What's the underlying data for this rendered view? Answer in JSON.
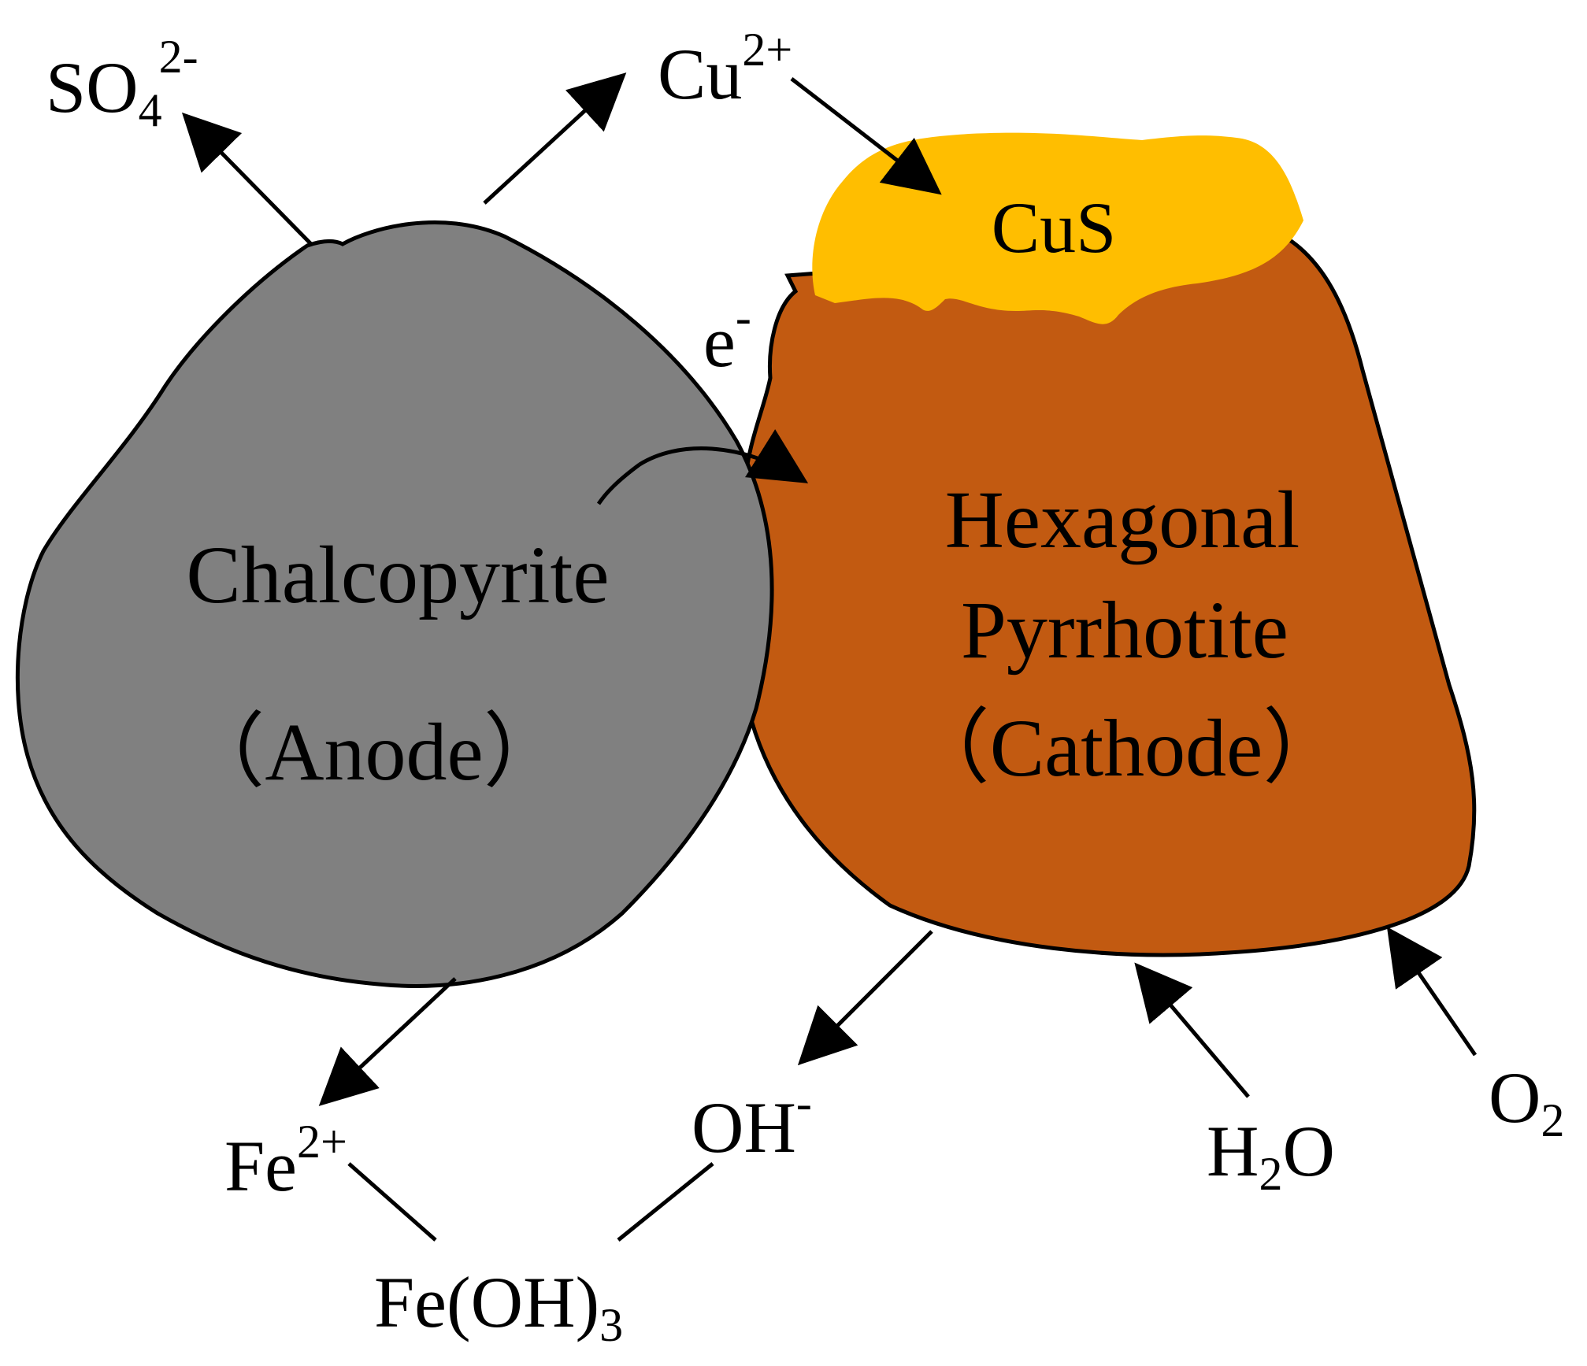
{
  "colors": {
    "anode_fill": "#808080",
    "cathode_fill": "#C25A11",
    "cus_fill": "#FFBE00",
    "stroke": "#000000"
  },
  "particles": {
    "anode": {
      "name": "Chalcopyrite",
      "role": "（Anode）"
    },
    "cathode": {
      "name_line1": "Hexagonal",
      "name_line2": "Pyrrhotite",
      "role": "（Cathode）"
    },
    "cus": {
      "label": "CuS"
    }
  },
  "electron": {
    "base": "e",
    "sup": "-"
  },
  "species": {
    "so4": {
      "base": "SO",
      "sub": "4",
      "sup": "2-"
    },
    "cu": {
      "base": "Cu",
      "sup": "2+"
    },
    "fe": {
      "base": "Fe",
      "sup": "2+"
    },
    "oh": {
      "base": "OH",
      "sup": "-"
    },
    "h2o": {
      "base1": "H",
      "sub": "2",
      "base2": "O"
    },
    "o2": {
      "base": "O",
      "sub": "2"
    },
    "feoh3": {
      "base": "Fe(OH)",
      "sub": "3"
    }
  }
}
